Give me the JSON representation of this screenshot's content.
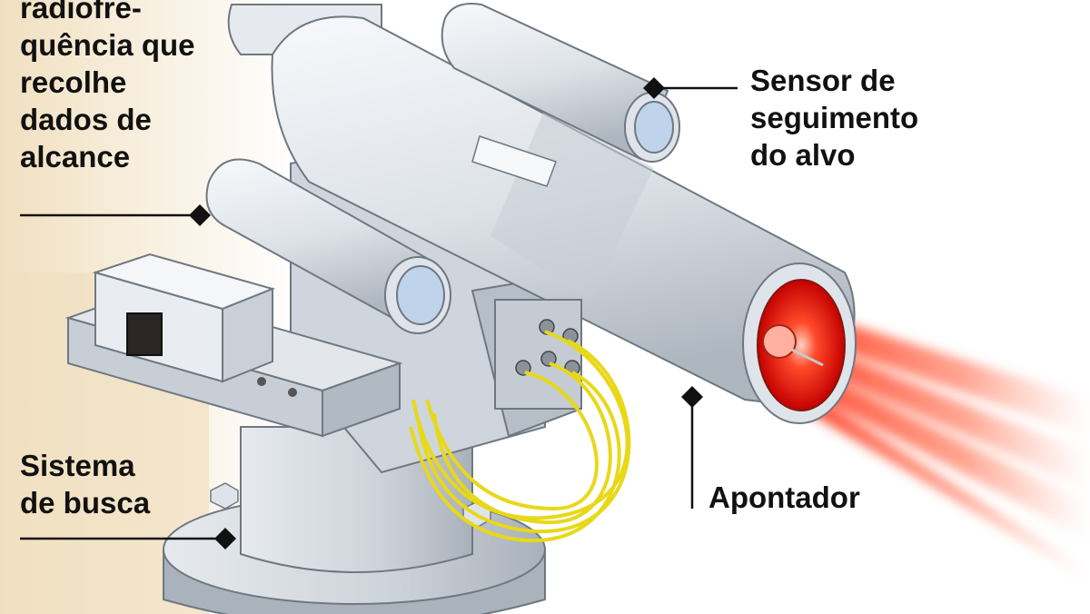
{
  "labels": {
    "radiofrequencia": [
      "radiofre-",
      "quência que",
      "recolhe",
      "dados de",
      "alcance"
    ],
    "sensor": [
      "Sensor de",
      "seguimento",
      "do alvo"
    ],
    "busca": [
      "Sistema",
      "de busca"
    ],
    "apontador": [
      "Apontador"
    ]
  },
  "colors": {
    "background": "#ffffff",
    "backdrop": "#f1e0c0",
    "metal_light": "#eef1f4",
    "metal_mid": "#c9d0d8",
    "metal_dark": "#9aa3ad",
    "lens": "#bfd4ea",
    "cables": "#e8d81a",
    "laser": "#ff3a1e",
    "text": "#111111"
  },
  "icons": [
    "leader-diamond"
  ]
}
